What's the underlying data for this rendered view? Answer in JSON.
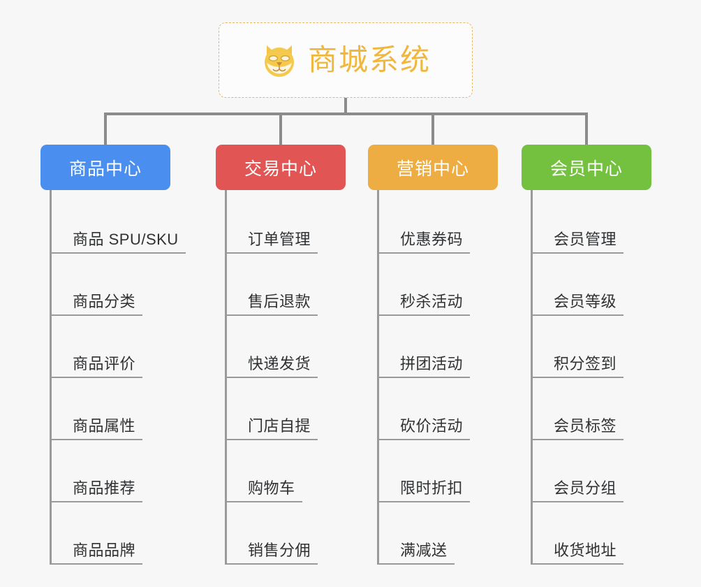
{
  "root": {
    "title": "商城系统",
    "icon": "shiba-dog-emoji",
    "border_color": "#e8b663",
    "title_color": "#f0b73f"
  },
  "connector_color": "#8b8b8b",
  "branches": [
    {
      "label": "商品中心",
      "color": "#4a8ef0",
      "items": [
        "商品 SPU/SKU",
        "商品分类",
        "商品评价",
        "商品属性",
        "商品推荐",
        "商品品牌"
      ]
    },
    {
      "label": "交易中心",
      "color": "#e25555",
      "items": [
        "订单管理",
        "售后退款",
        "快递发货",
        "门店自提",
        "购物车",
        "销售分佣"
      ]
    },
    {
      "label": "营销中心",
      "color": "#eead43",
      "items": [
        "优惠券码",
        "秒杀活动",
        "拼团活动",
        "砍价活动",
        "限时折扣",
        "满减送"
      ]
    },
    {
      "label": "会员中心",
      "color": "#73c13f",
      "items": [
        "会员管理",
        "会员等级",
        "积分签到",
        "会员标签",
        "会员分组",
        "收货地址"
      ]
    }
  ]
}
